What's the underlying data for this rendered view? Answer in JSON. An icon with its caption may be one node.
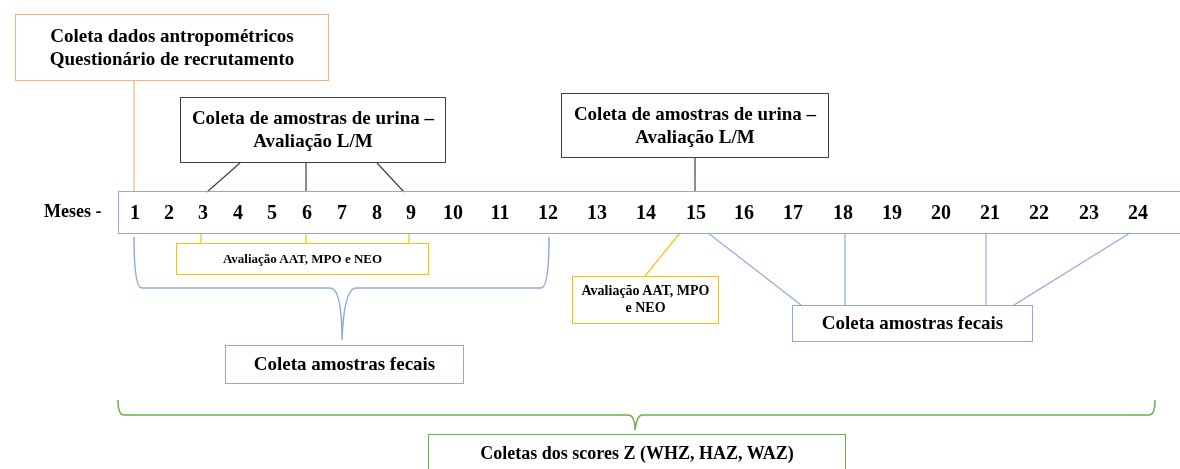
{
  "diagram": {
    "nodes": [
      {
        "text": [
          "Coleta dados antropométricos",
          "Questionário de recrutamento"
        ]
      },
      {
        "text": [
          "Coleta de amostras de urina – Avaliação L/M"
        ]
      },
      {
        "text": [
          "Coleta de amostras de urina – Avaliação L/M"
        ]
      },
      {
        "text": [],
        "shape": "bar"
      },
      {
        "text": [
          "1"
        ],
        "in": 3
      },
      {
        "text": [
          "2"
        ],
        "in": 3
      },
      {
        "text": [
          "3"
        ],
        "in": 3
      },
      {
        "text": [
          "4"
        ],
        "in": 3
      },
      {
        "text": [
          "5"
        ],
        "in": 3
      },
      {
        "text": [
          "6"
        ],
        "in": 3
      },
      {
        "text": [
          "7"
        ],
        "in": 3
      },
      {
        "text": [
          "8"
        ],
        "in": 3
      },
      {
        "text": [
          "9"
        ],
        "in": 3
      },
      {
        "text": [
          "10"
        ],
        "in": 3
      },
      {
        "text": [
          "11"
        ],
        "in": 3
      },
      {
        "text": [
          "12"
        ],
        "in": 3
      },
      {
        "text": [
          "13"
        ],
        "in": 3
      },
      {
        "text": [
          "14"
        ],
        "in": 3
      },
      {
        "text": [
          "15"
        ],
        "in": 3
      },
      {
        "text": [
          "16"
        ],
        "in": 3
      },
      {
        "text": [
          "17"
        ],
        "in": 3
      },
      {
        "text": [
          "18"
        ],
        "in": 3
      },
      {
        "text": [
          "19"
        ],
        "in": 3
      },
      {
        "text": [
          "20"
        ],
        "in": 3
      },
      {
        "text": [
          "21"
        ],
        "in": 3
      },
      {
        "text": [
          "22"
        ],
        "in": 3
      },
      {
        "text": [
          "23"
        ],
        "in": 3
      },
      {
        "text": [
          "24"
        ],
        "in": 3
      },
      {
        "text": [
          "Avaliação AAT, MPO e NEO"
        ]
      },
      {
        "text": [
          "Avaliação AAT, MPO e NEO"
        ]
      },
      {
        "text": [
          "Coleta amostras fecais"
        ]
      },
      {
        "text": [
          "Coleta amostras fecais"
        ]
      },
      {
        "text": [
          "Coletas dos scores Z (WHZ, HAZ, WAZ)"
        ]
      }
    ],
    "edges": [
      {
        "from": 0,
        "to": 4,
        "arrow": "none",
        "color": "#f4b183"
      },
      {
        "from": 1,
        "to": 6,
        "arrow": "none",
        "color": "#404040"
      },
      {
        "from": 1,
        "to": 9,
        "arrow": "none",
        "color": "#404040"
      },
      {
        "from": 1,
        "to": 12,
        "arrow": "none",
        "color": "#404040"
      },
      {
        "from": 2,
        "to": 18,
        "arrow": "none",
        "color": "#404040"
      },
      {
        "from": 28,
        "to": 6,
        "arrow": "none",
        "color": "#ffc000"
      },
      {
        "from": 28,
        "to": 9,
        "arrow": "none",
        "color": "#ffc000"
      },
      {
        "from": 28,
        "to": 12,
        "arrow": "none",
        "color": "#ffc000"
      },
      {
        "from": 29,
        "to": 18,
        "arrow": "none",
        "color": "#ffc000"
      },
      {
        "from": 31,
        "to": 18,
        "arrow": "none",
        "color": "#8faadc"
      },
      {
        "from": 31,
        "to": 21,
        "arrow": "none",
        "color": "#8faadc"
      },
      {
        "from": 31,
        "to": 24,
        "arrow": "none",
        "color": "#8faadc"
      },
      {
        "from": 31,
        "to": 27,
        "arrow": "none",
        "color": "#8faadc"
      }
    ],
    "labels": [
      "Meses -"
    ]
  }
}
